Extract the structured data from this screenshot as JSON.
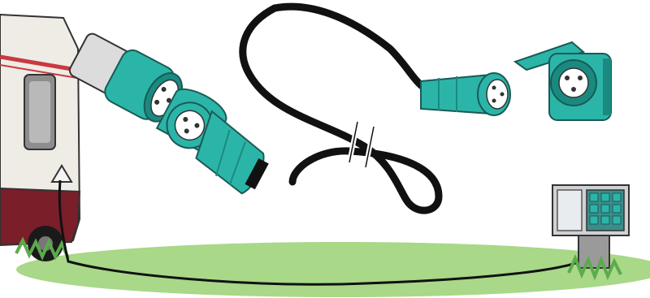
{
  "scene": {
    "subject": "caravan-mains-hookup-illustration",
    "parts": [
      "caravan",
      "caravan-socket",
      "hookup-cable",
      "cable-plug",
      "cable-connector",
      "inline-socket",
      "inline-plug",
      "wall-socket",
      "site-bollard",
      "grass-ground"
    ]
  },
  "colors": {
    "plug_teal": "#2bb5a8",
    "plug_teal_dark": "#1a8a80",
    "cable": "#111111",
    "grass": "#a8d888",
    "grass_dark": "#5bab4b",
    "caravan_body": "#efece6",
    "caravan_stripe": "#c83a40",
    "caravan_base": "#7a1e2a",
    "bollard_grey": "#9a9a9a",
    "bollard_panel": "#cfd2d4"
  }
}
